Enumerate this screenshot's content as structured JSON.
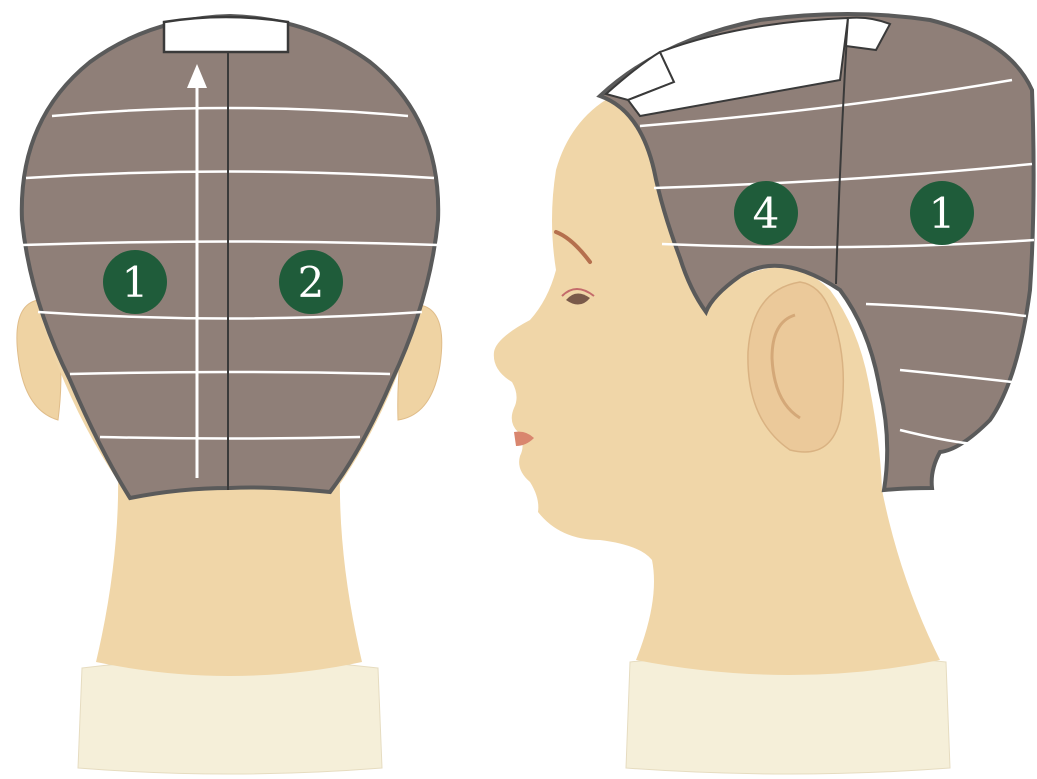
{
  "colors": {
    "background": "#ffffff",
    "hair_section": "#8f7f78",
    "section_outline": "#5a5a5a",
    "parting_line": "#ffffff",
    "center_line": "#3a3a3a",
    "badge": "#1f5c3a",
    "badge_text": "#ffffff",
    "skin": "#f0d6a8",
    "skin_shade": "#e2bf8e",
    "collar": "#f5efd9",
    "lips": "#d9866e"
  },
  "back_view": {
    "sections": [
      {
        "label": "1"
      },
      {
        "label": "2"
      }
    ],
    "direction_arrow": "up"
  },
  "side_view": {
    "sections": [
      {
        "label": "4"
      },
      {
        "label": "1"
      }
    ]
  },
  "icons": {
    "direction_arrow": "arrow-up-icon",
    "badge": "number-badge"
  }
}
